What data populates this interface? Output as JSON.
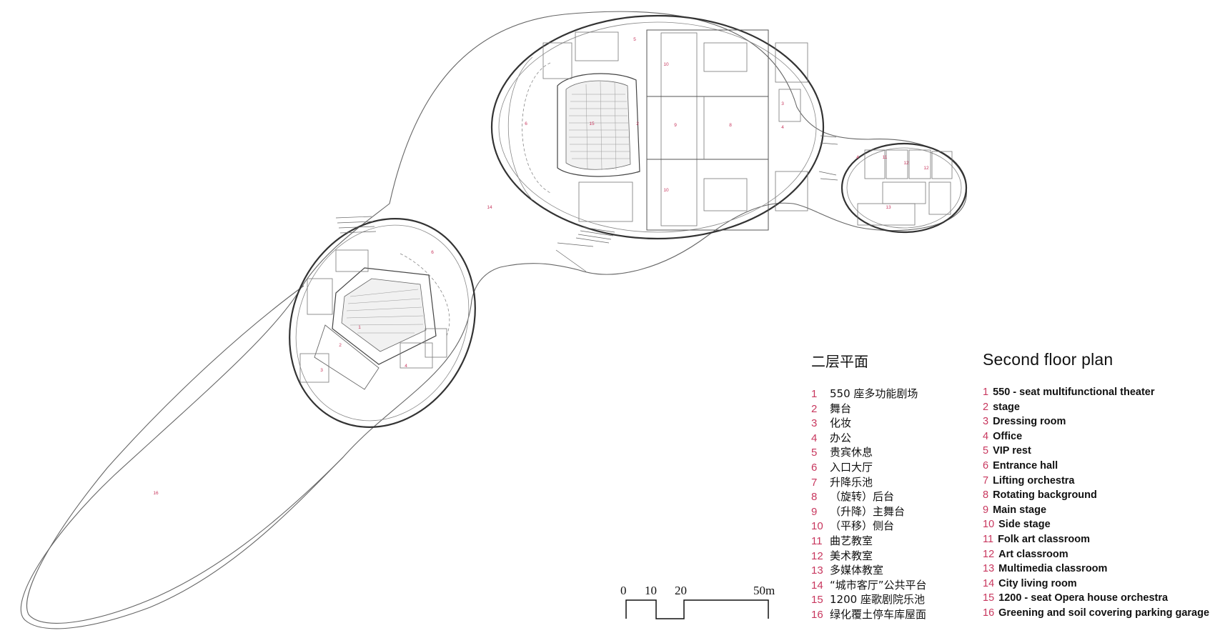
{
  "legend_cn": {
    "title": "二层平面",
    "items": [
      {
        "num": "1",
        "label": "550 座多功能剧场"
      },
      {
        "num": "2",
        "label": "舞台"
      },
      {
        "num": "3",
        "label": "化妆"
      },
      {
        "num": "4",
        "label": "办公"
      },
      {
        "num": "5",
        "label": "贵宾休息"
      },
      {
        "num": "6",
        "label": "入口大厅"
      },
      {
        "num": "7",
        "label": "升降乐池"
      },
      {
        "num": "8",
        "label": "（旋转）后台"
      },
      {
        "num": "9",
        "label": "（升降）主舞台"
      },
      {
        "num": "10",
        "label": "（平移）侧台"
      },
      {
        "num": "11",
        "label": "曲艺教室"
      },
      {
        "num": "12",
        "label": "美术教室"
      },
      {
        "num": "13",
        "label": "多媒体教室"
      },
      {
        "num": "14",
        "label": "“城市客厅”公共平台"
      },
      {
        "num": "15",
        "label": "1200 座歌剧院乐池"
      },
      {
        "num": "16",
        "label": "绿化覆土停车库屋面"
      }
    ]
  },
  "legend_en": {
    "title": "Second floor plan",
    "items": [
      {
        "num": "1",
        "label": "550 - seat multifunctional theater"
      },
      {
        "num": "2",
        "label": "stage"
      },
      {
        "num": "3",
        "label": "Dressing room"
      },
      {
        "num": "4",
        "label": "Office"
      },
      {
        "num": "5",
        "label": "VIP rest"
      },
      {
        "num": "6",
        "label": "Entrance hall"
      },
      {
        "num": "7",
        "label": "Lifting orchestra"
      },
      {
        "num": "8",
        "label": "Rotating background"
      },
      {
        "num": "9",
        "label": "Main stage"
      },
      {
        "num": "10",
        "label": "Side stage"
      },
      {
        "num": "11",
        "label": "Folk art classroom"
      },
      {
        "num": "12",
        "label": "Art classroom"
      },
      {
        "num": "13",
        "label": "Multimedia classroom"
      },
      {
        "num": "14",
        "label": "City living room"
      },
      {
        "num": "15",
        "label": "1200 - seat Opera house orchestra"
      },
      {
        "num": "16",
        "label": "Greening and soil covering parking garage"
      }
    ]
  },
  "scale_bar": {
    "ticks": [
      "0",
      "10",
      "20",
      "50m"
    ]
  },
  "plan_labels": {
    "n1": "1",
    "n2": "2",
    "n3": "3",
    "n4": "4",
    "n5": "5",
    "n6": "6",
    "n8": "8",
    "n9": "9",
    "n10": "10",
    "n11": "11",
    "n12": "12",
    "n13": "13",
    "n14": "14",
    "n15": "15",
    "n16": "16"
  },
  "colors": {
    "accent": "#c8375e",
    "line": "#555555"
  }
}
